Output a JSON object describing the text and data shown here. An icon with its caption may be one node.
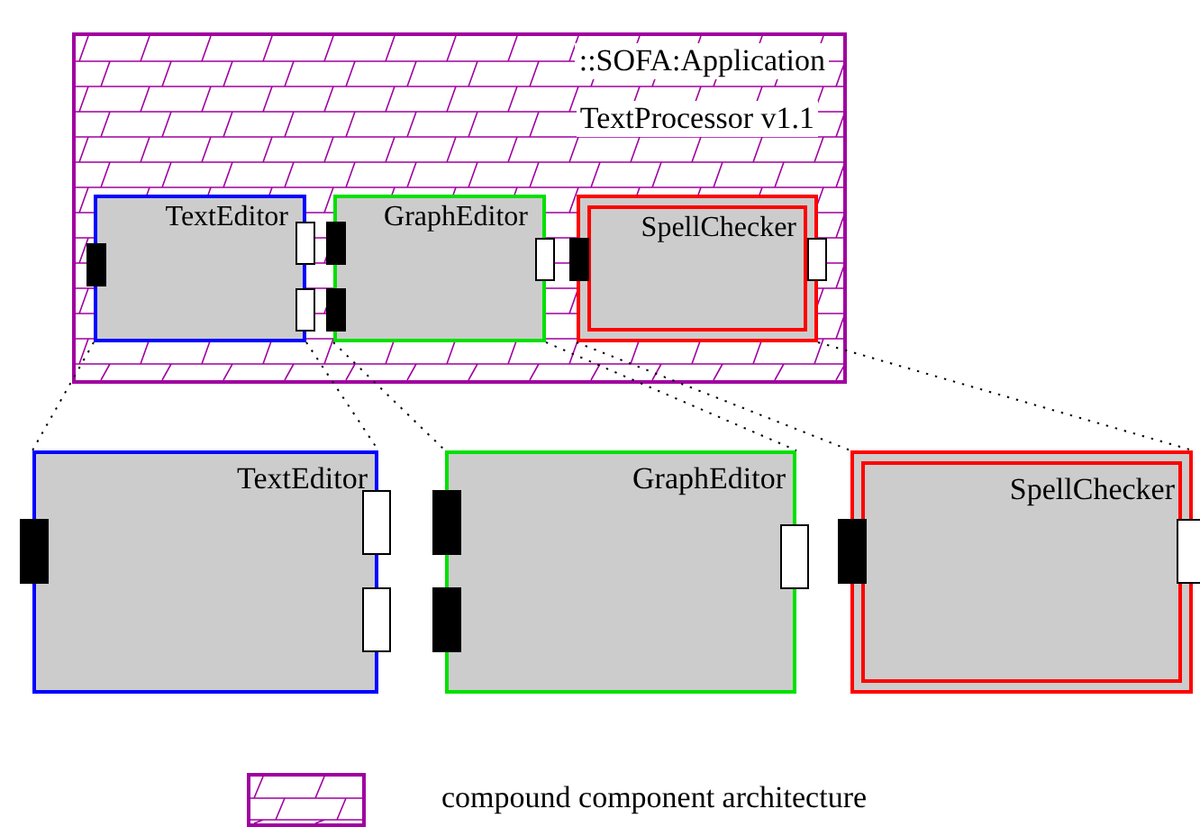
{
  "diagram": {
    "nodes": [
      {
        "text": [
          "::SOFA:Application",
          "TextProcessor v1.1"
        ]
      },
      {
        "text": [
          "TextEditor"
        ],
        "in": 0
      },
      {
        "text": [
          "GraphEditor"
        ],
        "in": 0
      },
      {
        "text": [
          "SpellChecker"
        ],
        "in": 0
      },
      {
        "text": [
          "TextEditor"
        ]
      },
      {
        "text": [
          "GraphEditor"
        ]
      },
      {
        "text": [
          "SpellChecker"
        ]
      }
    ],
    "edges": [
      {
        "from": 1,
        "to": 4,
        "arrow": "none",
        "style": "dashed"
      },
      {
        "from": 1,
        "to": 4,
        "arrow": "none",
        "style": "dashed"
      },
      {
        "from": 2,
        "to": 5,
        "arrow": "none",
        "style": "dashed"
      },
      {
        "from": 2,
        "to": 5,
        "arrow": "none",
        "style": "dashed"
      },
      {
        "from": 3,
        "to": 6,
        "arrow": "none",
        "style": "dashed"
      },
      {
        "from": 3,
        "to": 6,
        "arrow": "none",
        "style": "dashed"
      }
    ],
    "legend": [
      {
        "text": "compound component architecture"
      }
    ]
  }
}
